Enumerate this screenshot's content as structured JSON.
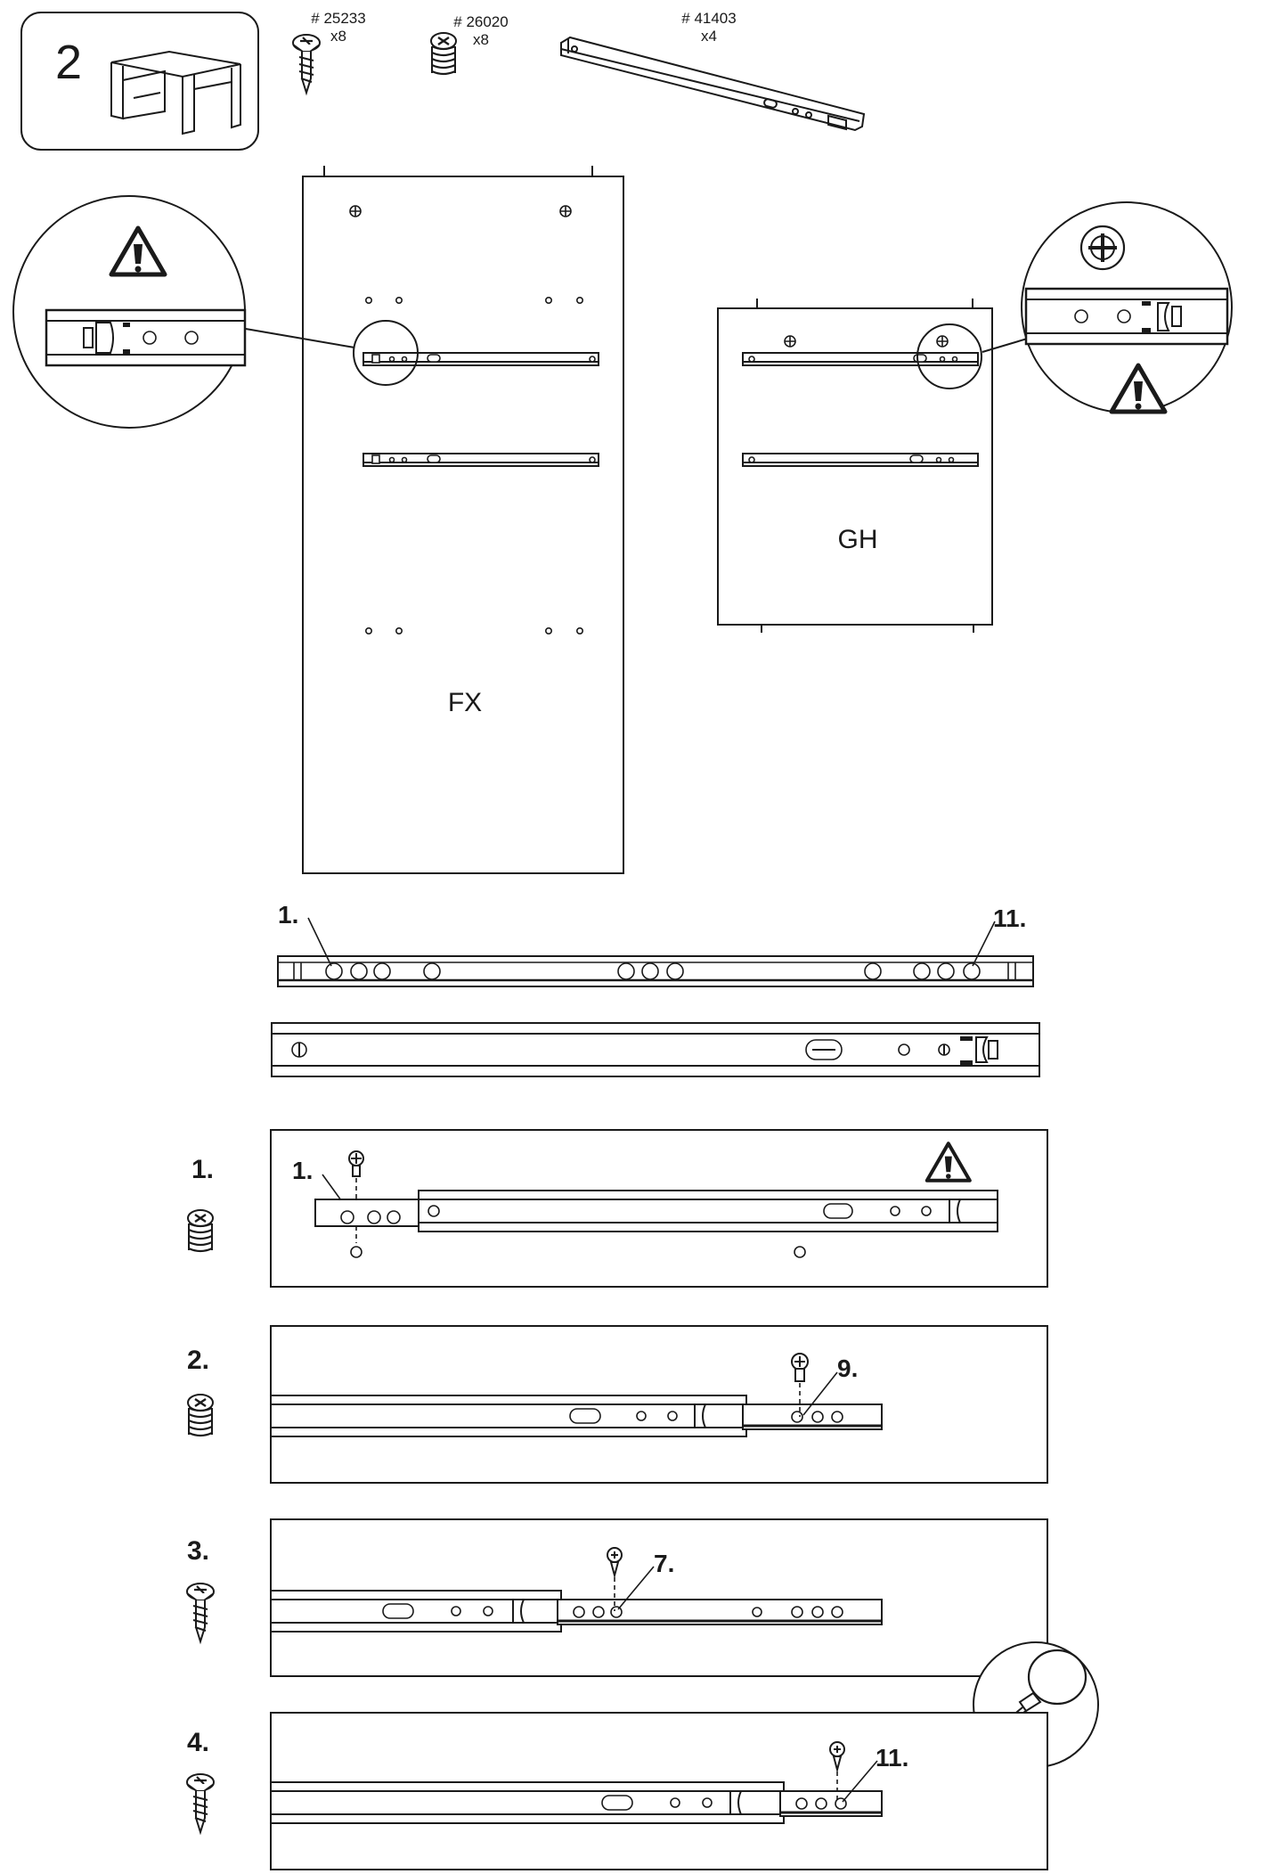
{
  "step_number": "2",
  "parts": [
    {
      "code": "# 25233",
      "qty": "x8",
      "icon": "wood-screw-icon"
    },
    {
      "code": "# 26020",
      "qty": "x8",
      "icon": "euro-screw-icon"
    },
    {
      "code": "# 41403",
      "qty": "x4",
      "icon": "drawer-slide-icon"
    }
  ],
  "panels": {
    "left": "FX",
    "right": "GH"
  },
  "rail_labels": {
    "first": "1.",
    "last": "11."
  },
  "steps": [
    {
      "number": "1.",
      "hole": "1.",
      "icon": "euro-screw-icon"
    },
    {
      "number": "2.",
      "hole": "9.",
      "icon": "euro-screw-icon"
    },
    {
      "number": "3.",
      "hole": "7.",
      "icon": "wood-screw-icon"
    },
    {
      "number": "4.",
      "hole": "11.",
      "icon": "wood-screw-icon"
    }
  ]
}
